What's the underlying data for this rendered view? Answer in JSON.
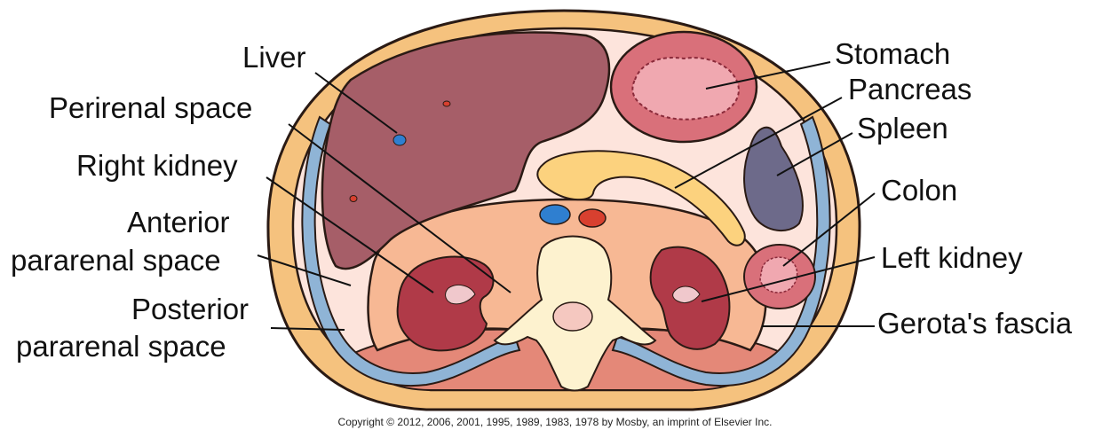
{
  "labels": {
    "liver": "Liver",
    "perirenal_space": "Perirenal space",
    "right_kidney": "Right kidney",
    "anterior_pararenal_line1": "Anterior",
    "anterior_pararenal_line2": "pararenal space",
    "posterior_pararenal_line1": "Posterior",
    "posterior_pararenal_line2": "pararenal space",
    "stomach": "Stomach",
    "pancreas": "Pancreas",
    "spleen": "Spleen",
    "colon": "Colon",
    "left_kidney": "Left kidney",
    "gerotas_fascia": "Gerota's fascia"
  },
  "copyright": "Copyright © 2012, 2006, 2001, 1995, 1989, 1983, 1978 by Mosby, an imprint of Elsevier Inc.",
  "colors": {
    "skin": "#f5c27e",
    "outline": "#2a1a14",
    "peritoneal_bg": "#fde4dc",
    "liver": "#a65e68",
    "stomach": "#d9707a",
    "stomach_inner": "#f0a8b0",
    "spleen": "#6d6a8a",
    "pancreas": "#fcd27e",
    "retroperitoneum": "#f7b894",
    "muscle": "#e48878",
    "fascia": "#8fb4d6",
    "kidney": "#b03a48",
    "vertebra": "#fdf2cf",
    "aorta": "#d8402f",
    "ivc": "#2f7fd0",
    "colon": "#d9707a"
  }
}
